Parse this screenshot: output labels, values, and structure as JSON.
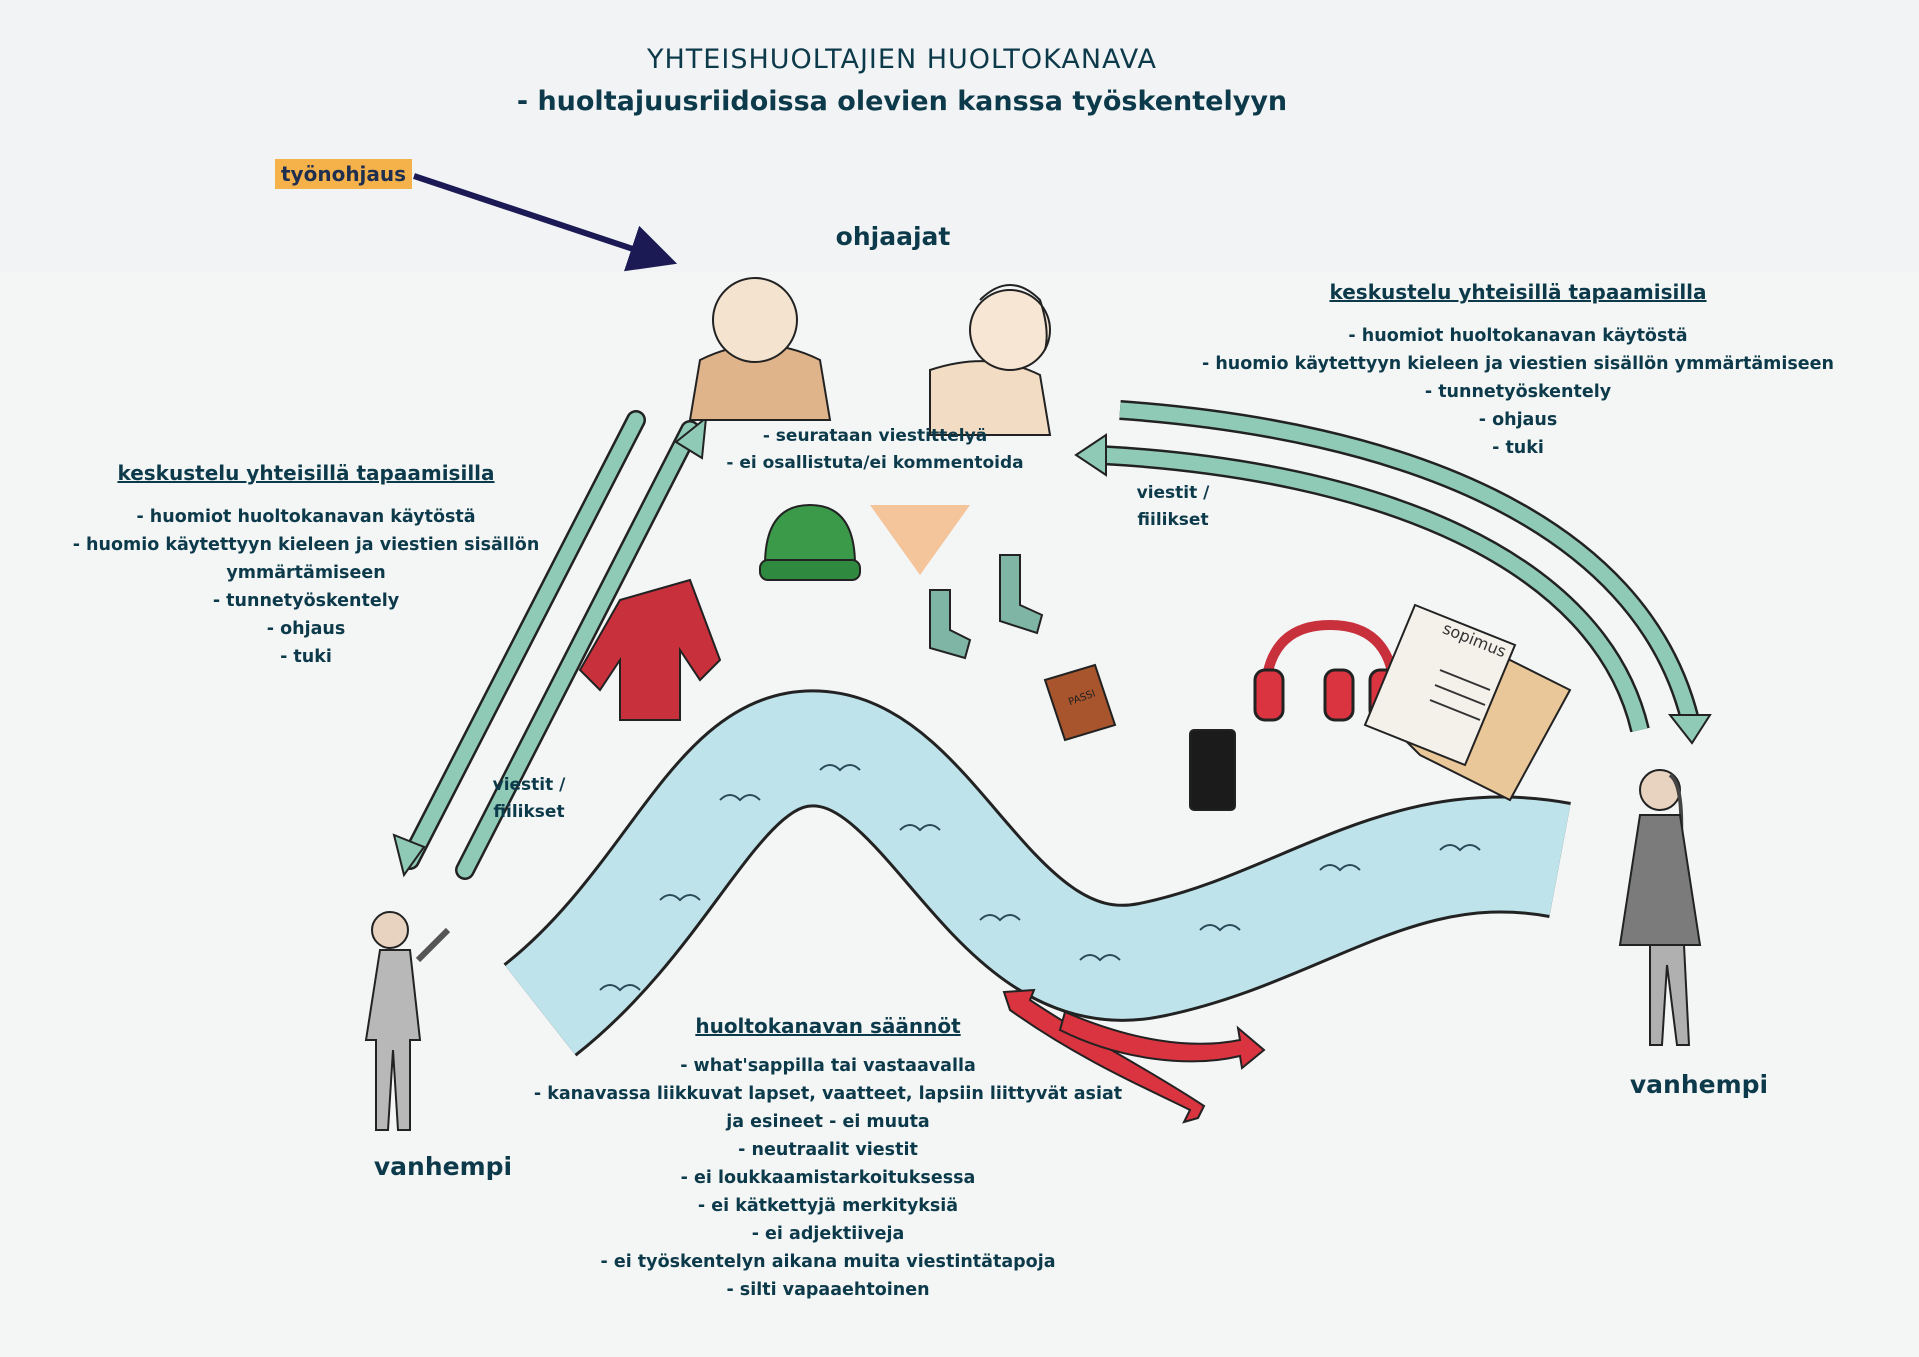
{
  "title": {
    "main": "YHTEISHUOLTAJIEN HUOLTOKANAVA",
    "subtitle": "- huoltajuusriidoissa olevien kanssa työskentelyyn"
  },
  "supervision_label": "työnohjaus",
  "counselors_label": "ohjaajat",
  "counselors_notes": [
    "- seurataan viestittelyä",
    "- ei osallistuta/ei kommentoida"
  ],
  "joint_meetings_right": {
    "heading": "keskustelu yhteisillä tapaamisilla",
    "items": [
      "- huomiot huoltokanavan käytöstä",
      "- huomio käytettyyn kieleen ja viestien sisällön ymmärtämiseen",
      "- tunnetyöskentely",
      "- ohjaus",
      "- tuki"
    ]
  },
  "joint_meetings_left": {
    "heading": "keskustelu yhteisillä tapaamisilla",
    "items": [
      "- huomiot huoltokanavan käytöstä",
      "- huomio käytettyyn kieleen ja viestien sisällön",
      "ymmärtämiseen",
      "- tunnetyöskentely",
      "- ohjaus",
      "- tuki"
    ]
  },
  "messages_right": [
    "viestit /",
    "fiilikset"
  ],
  "messages_left": [
    "viestit /",
    "fiilikset"
  ],
  "parent_left": "vanhempi",
  "parent_right": "vanhempi",
  "document_label": "sopimus",
  "book_label": "PASSI",
  "rules": {
    "heading": "huoltokanavan säännöt",
    "items": [
      "- what'sappilla tai vastaavalla",
      "- kanavassa liikkuvat lapset, vaatteet, lapsiin liittyvät asiat",
      "ja esineet - ei muuta",
      "- neutraalit viestit",
      "- ei loukkaamistarkoituksessa",
      "- ei kätkettyjä merkityksiä",
      "- ei adjektiiveja",
      "- ei työskentelyn aikana muita viestintätapoja",
      "- silti vapaaehtoinen"
    ]
  },
  "colors": {
    "text": "#0d3a4a",
    "river": "#bfe3ea",
    "feedback_arrow": "#8fcab6",
    "exchange_arrow": "#d9343f",
    "highlight": "#f6b24a",
    "pointer_arrow": "#1c1a55"
  }
}
